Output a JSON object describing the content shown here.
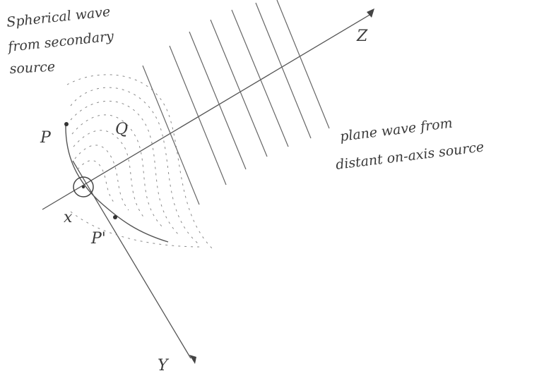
{
  "labels": {
    "spherical_line1": "Spherical wave",
    "spherical_line2": "from secondary",
    "spherical_line3": "source",
    "plane_line1": "plane wave from",
    "plane_line2": "distant on-axis source",
    "point_p": "P",
    "point_q": "Q",
    "point_p_prime": "P'",
    "axis_x": "x",
    "axis_y": "Y",
    "axis_z": "Z"
  },
  "colors": {
    "ink": "#3a3a3a",
    "light_ink": "#6a6a6a",
    "dotted": "#8a8a8a"
  }
}
